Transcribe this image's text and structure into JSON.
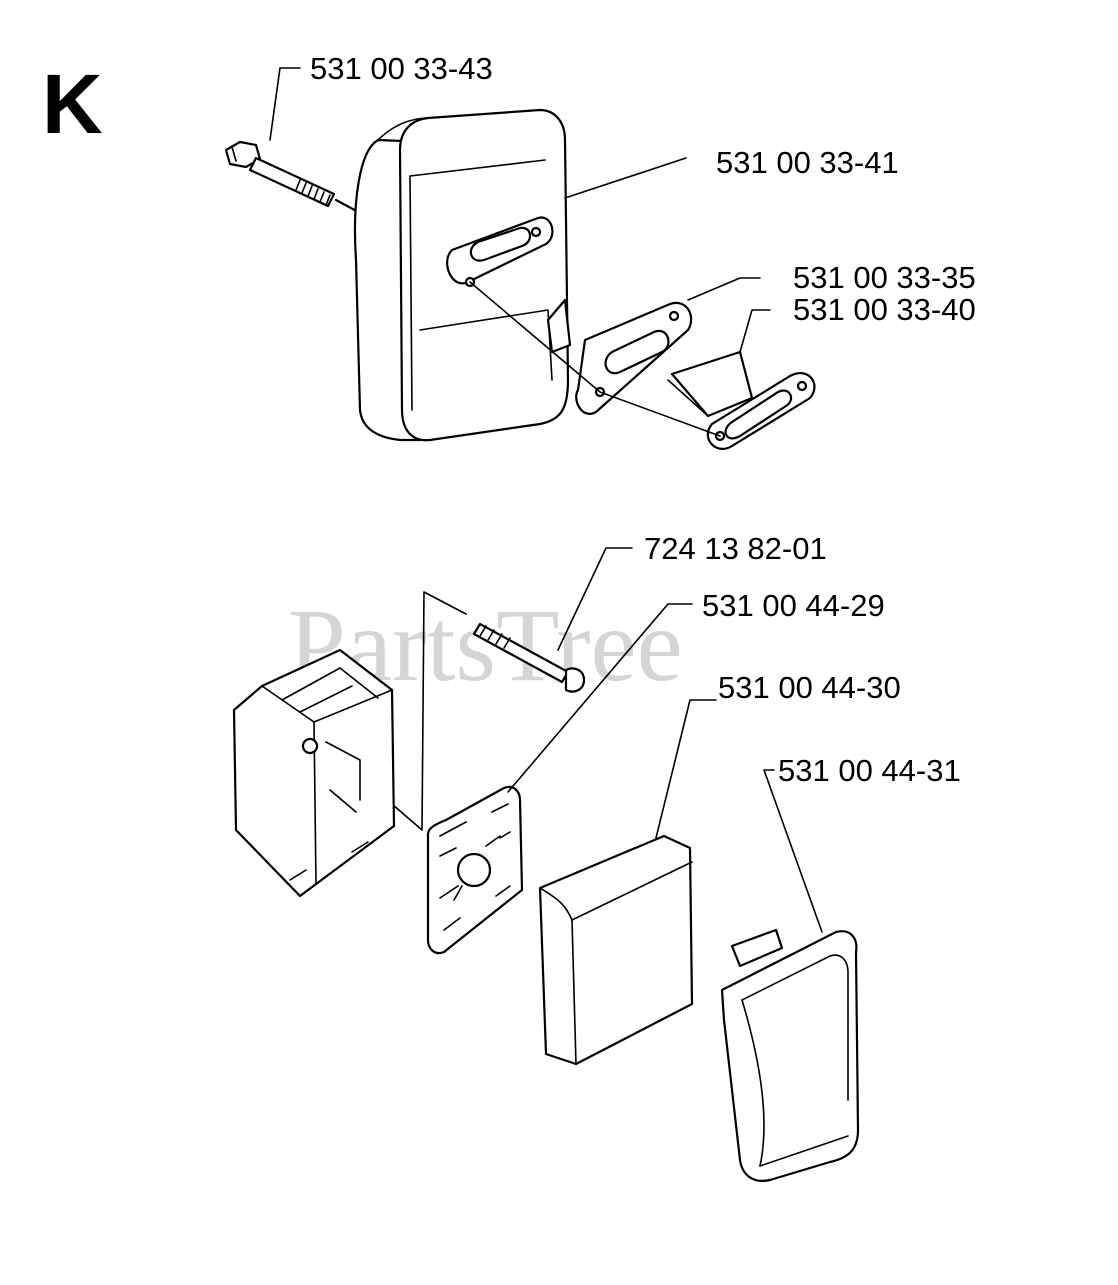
{
  "diagram": {
    "section_letter": "K",
    "watermark": "PartsTree",
    "labels": {
      "muffler_bolt": "531 00 33-43",
      "muffler": "531 00 33-41",
      "gasket": "531 00 33-35",
      "exhaust_deflector": "531 00 33-40",
      "filter_screw": "724 13 82-01",
      "filter_holder": "531 00 44-29",
      "air_filter": "531 00 44-30",
      "filter_cover": "531 00 44-31"
    }
  }
}
